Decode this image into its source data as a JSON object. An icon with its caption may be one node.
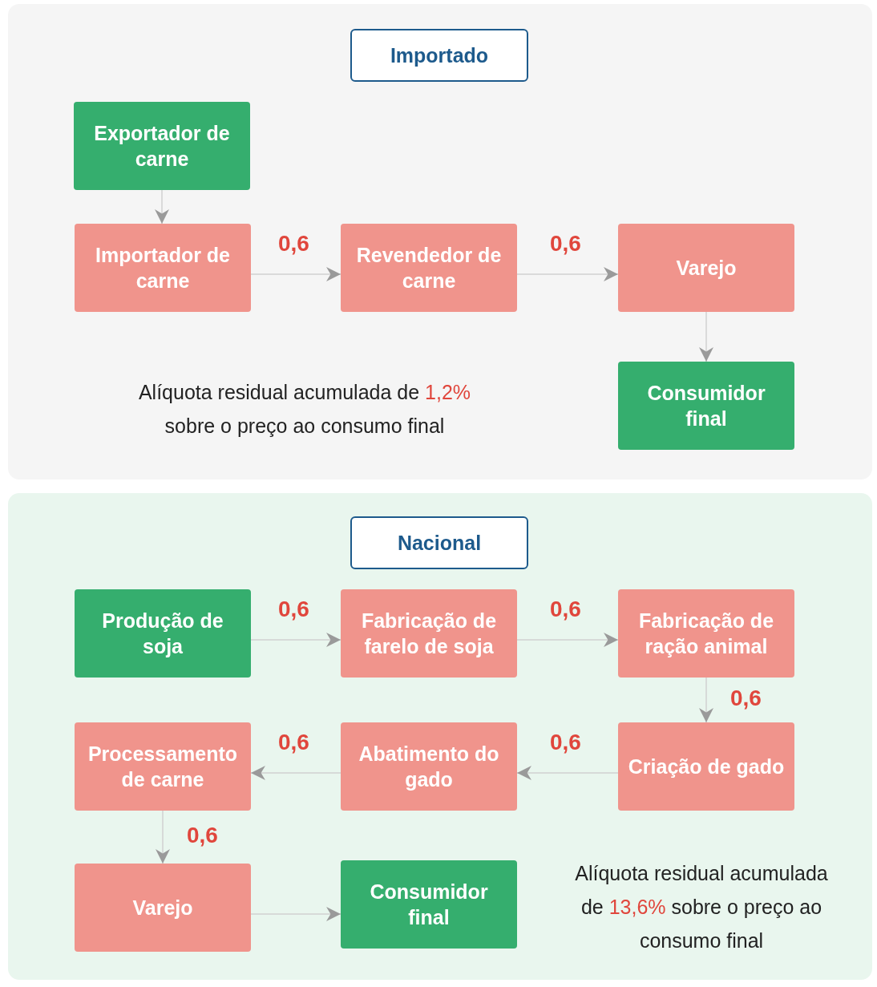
{
  "diagram": {
    "nodes": [
      {
        "text": [],
        "shape": "box"
      },
      {
        "text": [
          "Importado"
        ],
        "in": 0
      },
      {
        "text": [
          "Exportador de carne"
        ],
        "in": 0
      },
      {
        "text": [
          "Importador de carne"
        ],
        "in": 0
      },
      {
        "text": [
          "Revendedor de carne"
        ],
        "in": 0
      },
      {
        "text": [
          "Varejo"
        ],
        "in": 0
      },
      {
        "text": [
          "Consumidor final"
        ],
        "in": 0
      },
      {
        "text": [],
        "shape": "box"
      },
      {
        "text": [
          "Nacional"
        ],
        "in": 7
      },
      {
        "text": [
          "Produção de soja"
        ],
        "in": 7
      },
      {
        "text": [
          "Fabricação de farelo de soja"
        ],
        "in": 7
      },
      {
        "text": [
          "Fabricação de ração animal"
        ],
        "in": 7
      },
      {
        "text": [
          "Processamento de carne"
        ],
        "in": 7
      },
      {
        "text": [
          "Abatimento do gado"
        ],
        "in": 7
      },
      {
        "text": [
          "Criação de gado"
        ],
        "in": 7
      },
      {
        "text": [
          "Varejo"
        ],
        "in": 7
      },
      {
        "text": [
          "Consumidor final"
        ],
        "in": 7
      }
    ],
    "edges": [
      {
        "from": 2,
        "to": 3,
        "arrow": "to"
      },
      {
        "from": 3,
        "to": 4,
        "arrow": "to",
        "label": "0,6"
      },
      {
        "from": 4,
        "to": 5,
        "arrow": "to",
        "label": "0,6"
      },
      {
        "from": 5,
        "to": 6,
        "arrow": "to"
      },
      {
        "from": 9,
        "to": 10,
        "arrow": "to",
        "label": "0,6"
      },
      {
        "from": 10,
        "to": 11,
        "arrow": "to",
        "label": "0,6"
      },
      {
        "from": 11,
        "to": 14,
        "arrow": "to",
        "label": "0,6"
      },
      {
        "from": 14,
        "to": 13,
        "arrow": "to",
        "label": "0,6"
      },
      {
        "from": 13,
        "to": 12,
        "arrow": "to",
        "label": "0,6"
      },
      {
        "from": 12,
        "to": 15,
        "arrow": "to",
        "label": "0,6"
      },
      {
        "from": 15,
        "to": 16,
        "arrow": "to"
      }
    ],
    "labels": [
      "Alíquota residual acumulada de *1,2%* sobre o preço ao consumo final",
      "Alíquota residual acumulada de *13,6%* sobre o preço ao consumo final"
    ]
  }
}
